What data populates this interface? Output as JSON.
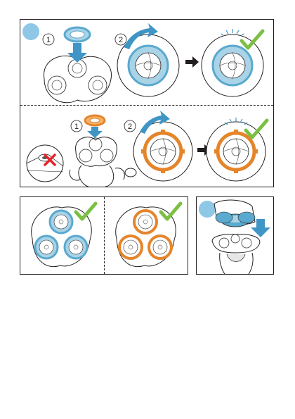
{
  "colors": {
    "blue": "#5aa9cf",
    "blue_light": "#a9d3e6",
    "orange": "#e5852b",
    "orange_light": "#f2b46e",
    "check": "#7bc043",
    "cross": "#e52229",
    "line": "#231f20",
    "step_circle": "#8fc7e6"
  },
  "steps": {
    "top_number_1": "1",
    "top_number_2": "2",
    "mid_number_1": "1",
    "mid_number_2": "2"
  },
  "icons": {
    "check": "checkmark-icon",
    "cross": "cross-icon",
    "arrow": "arrow-right-icon",
    "rotate": "rotate-arrow-icon"
  }
}
